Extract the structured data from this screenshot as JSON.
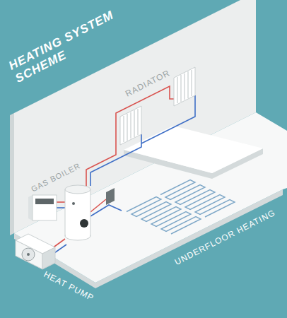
{
  "diagram": {
    "title": "HEATING SYSTEM SCHEME",
    "labels": [
      "RADIATOR",
      "GAS BOILER",
      "UNDERFLOOR HEATING",
      "HEAT PUMP"
    ]
  }
}
